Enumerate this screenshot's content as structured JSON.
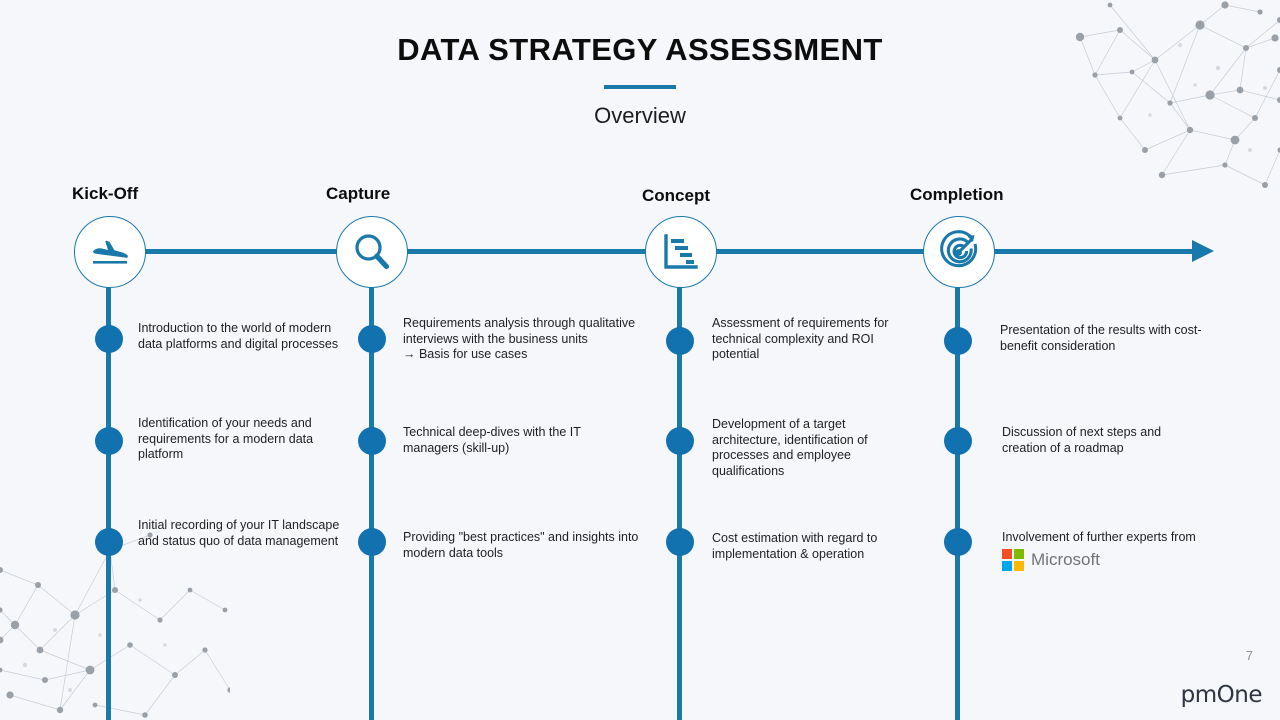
{
  "header": {
    "title": "DATA STRATEGY ASSESSMENT",
    "subtitle": "Overview",
    "accent_color": "#1a79ab"
  },
  "timeline": {
    "line_color": "#1a79ab",
    "dot_color": "#1272b0",
    "arrow_icon": "arrow-right-icon",
    "phases": [
      {
        "label": "Kick-Off",
        "icon": "airplane-takeoff-icon",
        "items": [
          "Introduction  to the world  of modern data platforms  and digital  processes",
          "Identification  of your needs  and requirements  for a modern  data platform",
          "Initial  recording  of your IT landscape  and status quo of data management"
        ]
      },
      {
        "label": "Capture",
        "icon": "magnifying-glass-icon",
        "items": [
          "Requirements  analysis through  qualitative interviews  with the business  units\n→ Basis for  use cases",
          "Technical  deep-dives  with the IT managers  (skill-up)",
          "Providing  \"best practices\" and insights  into modern  data tools"
        ]
      },
      {
        "label": "Concept",
        "icon": "gantt-chart-icon",
        "items": [
          "Assessment of requirements  for technical complexity and ROI potential",
          "Development  of a target architecture, identification  of processes and  employee qualifications",
          "Cost estimation with regard  to implementation  & operation"
        ]
      },
      {
        "label": "Completion",
        "icon": "target-arrow-icon",
        "items": [
          "Presentation of the results with cost-benefit  consideration",
          "Discussion of next steps and creation  of a roadmap",
          "Involvement  of further  experts from"
        ]
      }
    ]
  },
  "partner": {
    "name": "Microsoft",
    "icon": "microsoft-logo-icon",
    "colors": {
      "top_left": "#f25022",
      "top_right": "#7fba00",
      "bottom_left": "#00a4ef",
      "bottom_right": "#ffb900"
    },
    "wordmark_color": "#737373"
  },
  "footer": {
    "page_number": "7",
    "brand": "pmOne"
  }
}
